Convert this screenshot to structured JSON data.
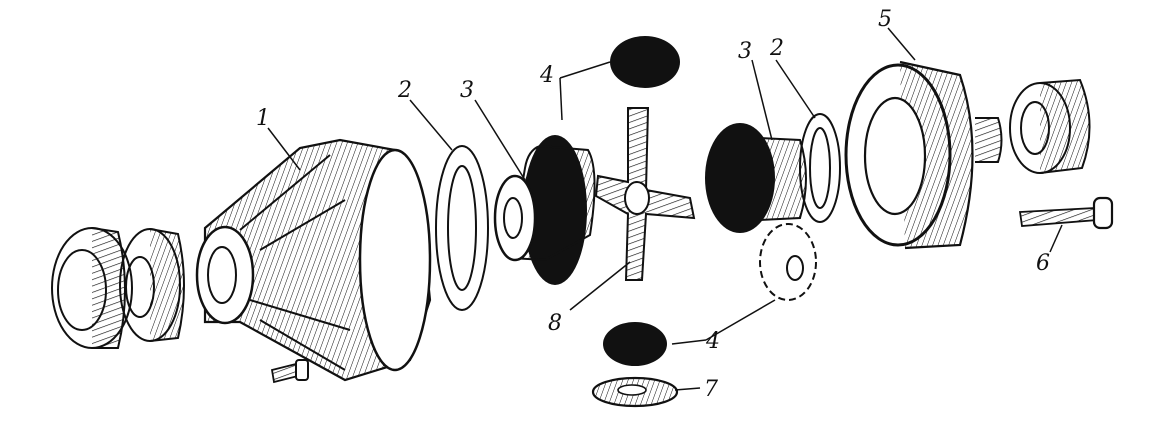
{
  "callouts": [
    {
      "id": "1",
      "text": "1"
    },
    {
      "id": "2a",
      "text": "2"
    },
    {
      "id": "3a",
      "text": "3"
    },
    {
      "id": "4a",
      "text": "4"
    },
    {
      "id": "3b",
      "text": "3"
    },
    {
      "id": "2b",
      "text": "2"
    },
    {
      "id": "5",
      "text": "5"
    },
    {
      "id": "6",
      "text": "6"
    },
    {
      "id": "8",
      "text": "8"
    },
    {
      "id": "4b",
      "text": "4"
    },
    {
      "id": "7",
      "text": "7"
    }
  ]
}
